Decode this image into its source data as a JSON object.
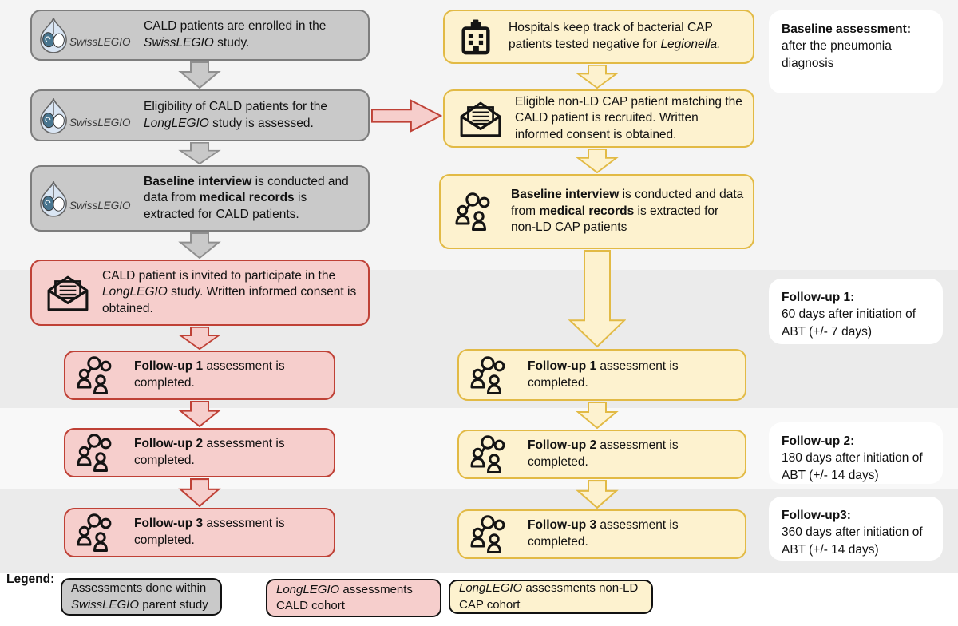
{
  "logo": {
    "label": "SwissLEGIO"
  },
  "icons": {
    "swisslegio_logo": "water-drop-with-lungs",
    "envelope": "open-envelope-with-letter",
    "hospital": "hospital-building-with-cross",
    "people": "two-people-talking-speech-bubbles",
    "arrows": "block-flow-arrows"
  },
  "palette": {
    "gray_fill": "#c9c9c9",
    "gray_border": "#7d7d7d",
    "red_fill": "#f6cecc",
    "red_border": "#bf4136",
    "yellow_fill": "#fdf2cf",
    "yellow_border": "#e2ba45",
    "band_gray": "#ebebeb",
    "band_light": "#f8f8f8",
    "note_bg": "#ffffff"
  },
  "gray_boxes": [
    {
      "segments": [
        [
          "CALD patients are enrolled in the ",
          "n"
        ],
        [
          "SwissLEGIO",
          "i"
        ],
        [
          " study.",
          "n"
        ]
      ]
    },
    {
      "segments": [
        [
          "Eligibility of CALD patients for the ",
          "n"
        ],
        [
          "LongLEGIO",
          "i"
        ],
        [
          " study is assessed.",
          "n"
        ]
      ]
    },
    {
      "segments": [
        [
          "Baseline interview",
          "b"
        ],
        [
          " is conducted and data from ",
          "n"
        ],
        [
          "medical records",
          "b"
        ],
        [
          " is extracted for CALD patients.",
          "n"
        ]
      ]
    }
  ],
  "red_boxes": [
    {
      "segments": [
        [
          "CALD patient is invited to participate in the ",
          "n"
        ],
        [
          "LongLEGIO",
          "i"
        ],
        [
          " study. Written informed consent is obtained.",
          "n"
        ]
      ]
    },
    {
      "segments": [
        [
          "Follow-up 1",
          "b"
        ],
        [
          " assessment is completed.",
          "n"
        ]
      ]
    },
    {
      "segments": [
        [
          "Follow-up 2",
          "b"
        ],
        [
          " assessment is completed.",
          "n"
        ]
      ]
    },
    {
      "segments": [
        [
          "Follow-up 3",
          "b"
        ],
        [
          " assessment is completed.",
          "n"
        ]
      ]
    }
  ],
  "yellow_boxes": [
    {
      "segments": [
        [
          "Hospitals keep track of bacterial CAP patients tested negative for ",
          "n"
        ],
        [
          "Legionella.",
          "i"
        ]
      ]
    },
    {
      "segments": [
        [
          "Eligible non-LD CAP patient matching the CALD patient is recruited. Written informed consent is obtained.",
          "n"
        ]
      ]
    },
    {
      "segments": [
        [
          "Baseline interview",
          "b"
        ],
        [
          " is conducted and data from ",
          "n"
        ],
        [
          "medical records",
          "b"
        ],
        [
          " is extracted for non-LD CAP patients",
          "n"
        ]
      ]
    },
    {
      "segments": [
        [
          "Follow-up 1",
          "b"
        ],
        [
          " assessment is completed.",
          "n"
        ]
      ]
    },
    {
      "segments": [
        [
          "Follow-up 2",
          "b"
        ],
        [
          " assessment is completed.",
          "n"
        ]
      ]
    },
    {
      "segments": [
        [
          "Follow-up 3",
          "b"
        ],
        [
          " assessment is completed.",
          "n"
        ]
      ]
    }
  ],
  "annotations": [
    {
      "title": "Baseline assessment:",
      "body": "after the pneumonia diagnosis"
    },
    {
      "title": "Follow-up 1:",
      "body": "60 days after initiation of ABT (+/- 7 days)"
    },
    {
      "title": "Follow-up 2:",
      "body": "180 days after initiation of ABT (+/- 14 days)"
    },
    {
      "title": "Follow-up3:",
      "body": "360 days after initiation of ABT (+/- 14 days)"
    }
  ],
  "legend": {
    "label": "Legend:",
    "items": [
      {
        "style": "gray",
        "segments": [
          [
            "Assessments done within ",
            "n"
          ],
          [
            "SwissLEGIO",
            "i"
          ],
          [
            " parent study",
            "n"
          ]
        ]
      },
      {
        "style": "red",
        "segments": [
          [
            "LongLEGIO",
            "i"
          ],
          [
            " assessments CALD cohort",
            "n"
          ]
        ]
      },
      {
        "style": "yellow",
        "segments": [
          [
            "LongLEGIO",
            "i"
          ],
          [
            " assessments non-LD CAP cohort",
            "n"
          ]
        ]
      }
    ]
  }
}
